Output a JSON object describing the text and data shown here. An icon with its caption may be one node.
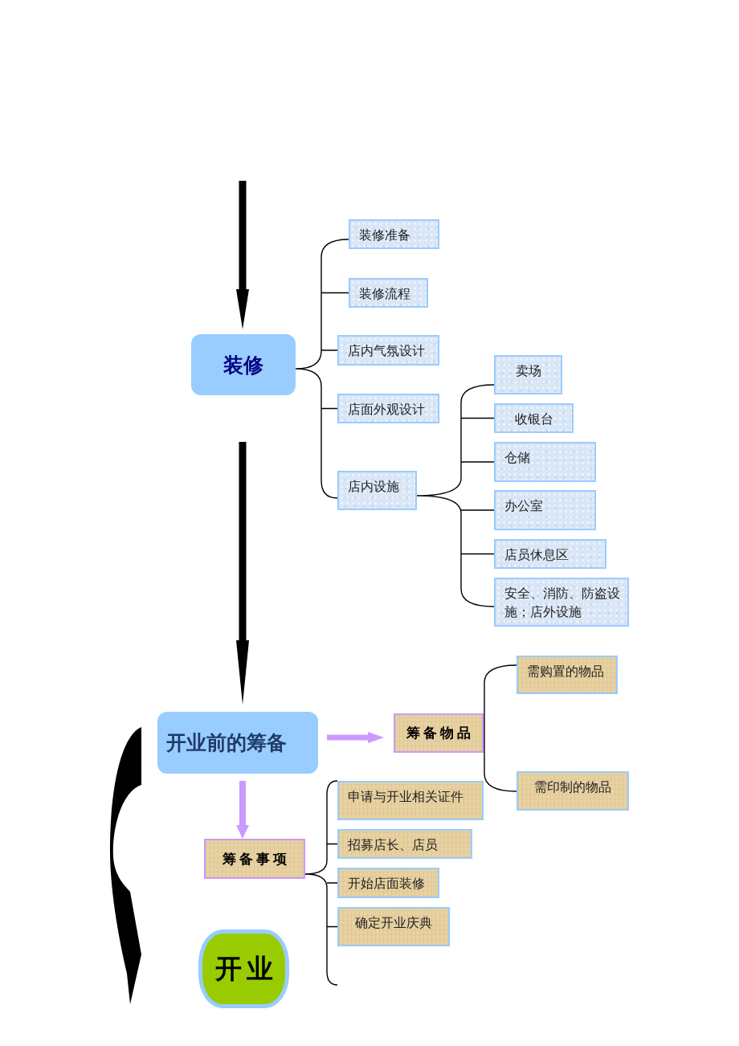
{
  "diagram": {
    "nodes": [
      {
        "text": [
          "装修"
        ]
      },
      {
        "text": [
          "装修准备"
        ]
      },
      {
        "text": [
          "装修流程"
        ]
      },
      {
        "text": [
          "店内气氛设计"
        ]
      },
      {
        "text": [
          "店面外观设计"
        ]
      },
      {
        "text": [
          "店内设施"
        ]
      },
      {
        "text": [
          "卖场"
        ]
      },
      {
        "text": [
          "收银台"
        ]
      },
      {
        "text": [
          "仓储"
        ]
      },
      {
        "text": [
          "办公室"
        ]
      },
      {
        "text": [
          "店员休息区"
        ]
      },
      {
        "text": [
          "安全、消防、防盗设施；店外设施"
        ]
      },
      {
        "text": [
          "开业前的筹备"
        ]
      },
      {
        "text": [
          "筹备物品"
        ]
      },
      {
        "text": [
          "需购置的物品"
        ]
      },
      {
        "text": [
          "需印制的物品"
        ]
      },
      {
        "text": [
          "筹备事项"
        ]
      },
      {
        "text": [
          "申请与开业相关证件"
        ]
      },
      {
        "text": [
          "招募店长、店员"
        ]
      },
      {
        "text": [
          "开始店面装修"
        ]
      },
      {
        "text": [
          "确定开业庆典"
        ]
      },
      {
        "text": [
          "开业"
        ]
      }
    ],
    "edges": [
      {
        "from": null,
        "to": 0,
        "arrow": "to",
        "style": "thick"
      },
      {
        "from": 0,
        "to": 1,
        "arrow": "none"
      },
      {
        "from": 0,
        "to": 2,
        "arrow": "none"
      },
      {
        "from": 0,
        "to": 3,
        "arrow": "none"
      },
      {
        "from": 0,
        "to": 4,
        "arrow": "none"
      },
      {
        "from": 0,
        "to": 5,
        "arrow": "none"
      },
      {
        "from": 5,
        "to": 6,
        "arrow": "none"
      },
      {
        "from": 5,
        "to": 7,
        "arrow": "none"
      },
      {
        "from": 5,
        "to": 8,
        "arrow": "none"
      },
      {
        "from": 5,
        "to": 9,
        "arrow": "none"
      },
      {
        "from": 5,
        "to": 10,
        "arrow": "none"
      },
      {
        "from": 5,
        "to": 11,
        "arrow": "none"
      },
      {
        "from": 0,
        "to": 12,
        "arrow": "to",
        "style": "thick"
      },
      {
        "from": 12,
        "to": 13,
        "arrow": "to",
        "style": "thick",
        "color": "#cc99ff"
      },
      {
        "from": 12,
        "to": 16,
        "arrow": "to",
        "style": "thick",
        "color": "#cc99ff"
      },
      {
        "from": 13,
        "to": 14,
        "arrow": "none"
      },
      {
        "from": 13,
        "to": 15,
        "arrow": "none"
      },
      {
        "from": 16,
        "to": 17,
        "arrow": "none"
      },
      {
        "from": 16,
        "to": 18,
        "arrow": "none"
      },
      {
        "from": 16,
        "to": 19,
        "arrow": "none"
      },
      {
        "from": 16,
        "to": 20,
        "arrow": "none"
      },
      {
        "from": 12,
        "to": 21,
        "arrow": "to",
        "style": "thick"
      }
    ]
  }
}
